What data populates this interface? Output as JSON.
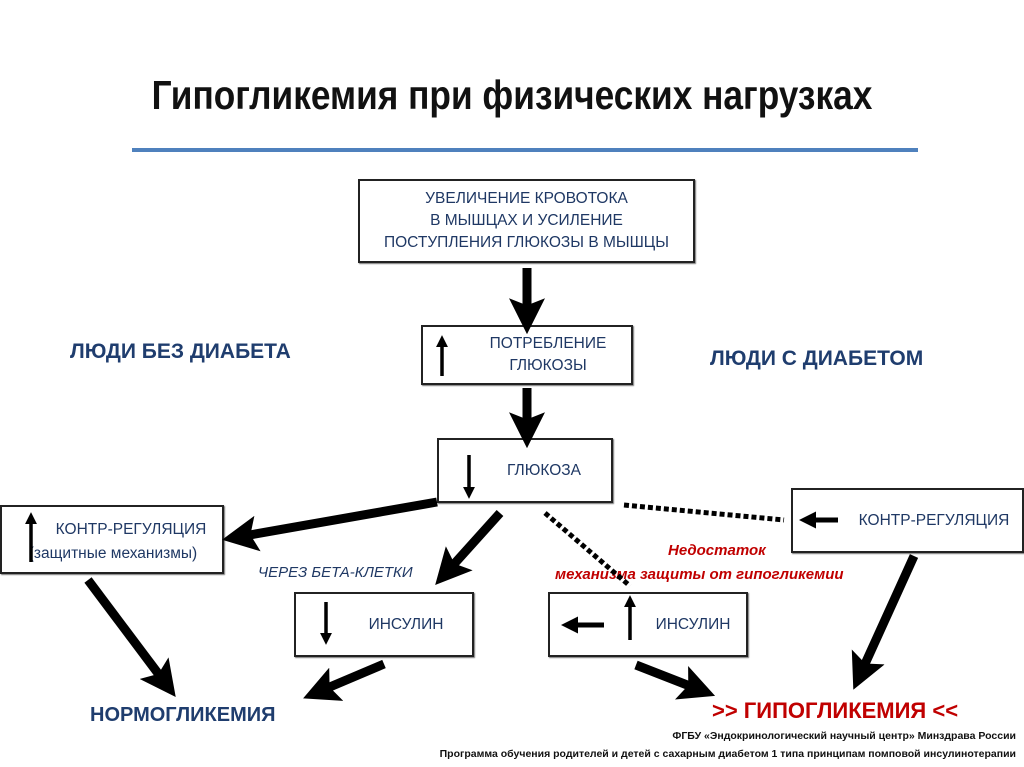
{
  "slide": {
    "title": "Гипогликемия при физических нагрузках",
    "accent_color": "#4f81bd"
  },
  "sections": {
    "without_diabetes": "ЛЮДИ БЕЗ ДИАБЕТА",
    "with_diabetes": "ЛЮДИ С ДИАБЕТОМ"
  },
  "boxes": {
    "blood_flow": {
      "lines": [
        "УВЕЛИЧЕНИЕ КРОВОТОКА",
        "В МЫШЦАХ И УСИЛЕНИЕ",
        "ПОСТУПЛЕНИЯ ГЛЮКОЗЫ В МЫШЦЫ"
      ]
    },
    "consumption": {
      "lines": [
        "ПОТРЕБЛЕНИЕ",
        "ГЛЮКОЗЫ"
      ],
      "indicator": "up-arrow"
    },
    "glucose": {
      "label": "ГЛЮКОЗА",
      "indicator": "down-arrow"
    },
    "counter_regulation_left": {
      "label": "КОНТР-РЕГУЛЯЦИЯ",
      "sublabel": "(защитные механизмы)",
      "indicator": "up-arrow"
    },
    "counter_regulation_right": {
      "label": "КОНТР-РЕГУЛЯЦИЯ",
      "indicator": "left-arrow"
    },
    "insulin_left": {
      "label": "ИНСУЛИН",
      "indicator": "down-arrow"
    },
    "insulin_right": {
      "label": "ИНСУЛИН",
      "indicators": [
        "left-arrow",
        "up-arrow"
      ]
    }
  },
  "notes": {
    "beta_cells": "ЧЕРЕЗ БЕТА-КЛЕТКИ",
    "deficiency_line1": "Недостаток",
    "deficiency_line2": "механизма защиты от гипогликемии"
  },
  "outcomes": {
    "normoglycemia": "НОРМОГЛИКЕМИЯ",
    "hypoglycemia": ">> ГИПОГЛИКЕМИЯ <<"
  },
  "footer": {
    "line1": "ФГБУ «Эндокринологический научный центр» Минздрава России",
    "line2": "Программа обучения родителей и детей с сахарным диабетом 1 типа принципам помповой инсулинотерапии"
  },
  "colors": {
    "box_text": "#1f3864",
    "section_text": "#1f3d6e",
    "warning_red": "#c00000"
  }
}
